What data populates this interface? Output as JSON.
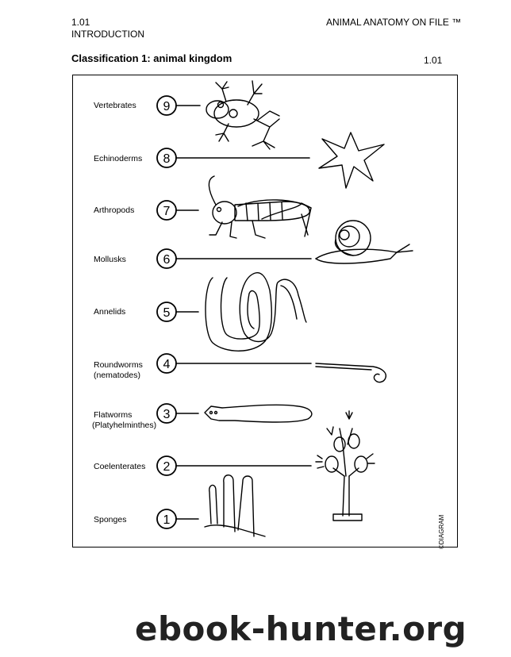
{
  "header": {
    "section_number": "1.01",
    "section_name": "INTRODUCTION",
    "series_title": "ANIMAL ANATOMY ON FILE ™"
  },
  "page": {
    "title": "Classification 1: animal kingdom",
    "number": "1.01"
  },
  "groups": [
    {
      "number": "9",
      "name": "Vertebrates",
      "animal": "frog"
    },
    {
      "number": "8",
      "name": "Echinoderms",
      "animal": "starfish"
    },
    {
      "number": "7",
      "name": "Arthropods",
      "animal": "grasshopper"
    },
    {
      "number": "6",
      "name": "Mollusks",
      "animal": "snail"
    },
    {
      "number": "5",
      "name": "Annelids",
      "animal": "earthworm"
    },
    {
      "number": "4",
      "name": "Roundworms",
      "name_sub": "(nematodes)",
      "animal": "roundworm"
    },
    {
      "number": "3",
      "name": "Flatworms",
      "name_sub": "(Platyhelminthes)",
      "animal": "flatworm"
    },
    {
      "number": "2",
      "name": "Coelenterates",
      "animal": "hydroid"
    },
    {
      "number": "1",
      "name": "Sponges",
      "animal": "sponge"
    }
  ],
  "credit": "©DIAGRAM",
  "watermark": "ebook-hunter.org"
}
